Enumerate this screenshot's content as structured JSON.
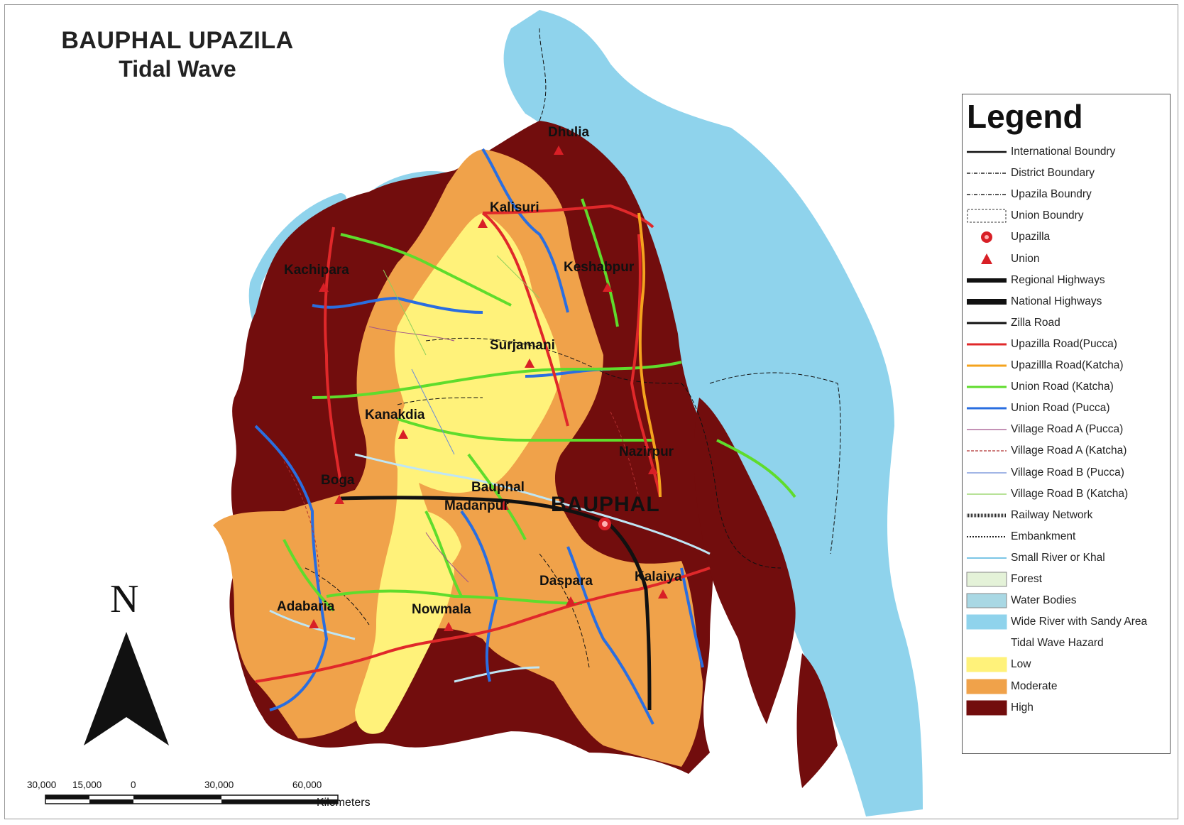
{
  "title": {
    "line1": "BAUPHAL UPAZILA",
    "line2": "Tidal Wave"
  },
  "colors": {
    "river": "#8fd3ec",
    "low": "#fff27a",
    "moderate": "#f0a24a",
    "high": "#720d0d",
    "upazilla_road_pucca": "#e0282a",
    "upazilla_road_katcha": "#f4a31e",
    "union_road_katcha": "#5fdc2c",
    "union_road_pucca": "#2a6ee0",
    "symbol_red": "#d81f26"
  },
  "legend": {
    "title": "Legend",
    "items": [
      {
        "label": "International Boundry",
        "symbol": "line-solid-black"
      },
      {
        "label": "District Boundary",
        "symbol": "line-dashdot"
      },
      {
        "label": "Upazila Boundry",
        "symbol": "line-dashdot"
      },
      {
        "label": "Union Boundry",
        "symbol": "box-dashed"
      },
      {
        "label": "Upazilla",
        "symbol": "circle-red-icon"
      },
      {
        "label": "Union",
        "symbol": "triangle-red-icon"
      },
      {
        "label": "Regional Highways",
        "symbol": "line-thick-black"
      },
      {
        "label": "National Highways",
        "symbol": "line-thicker-black"
      },
      {
        "label": "Zilla Road",
        "symbol": "line-black"
      },
      {
        "label": "Upazilla Road(Pucca)",
        "symbol": "line-red"
      },
      {
        "label": "Upazillla Road(Katcha)",
        "symbol": "line-orange"
      },
      {
        "label": "Union Road (Katcha)",
        "symbol": "line-green"
      },
      {
        "label": "Union Road (Pucca)",
        "symbol": "line-blue"
      },
      {
        "label": "Village Road A (Pucca)",
        "symbol": "line-thin-purple"
      },
      {
        "label": "Village Road A (Katcha)",
        "symbol": "line-thin-darkred-dashed"
      },
      {
        "label": "Village Road B (Pucca)",
        "symbol": "line-thin-blue"
      },
      {
        "label": "Village Road B (Katcha)",
        "symbol": "line-thin-green"
      },
      {
        "label": "Railway Network",
        "symbol": "line-railway"
      },
      {
        "label": "Embankment",
        "symbol": "line-embankment"
      },
      {
        "label": "Small River or Khal",
        "symbol": "line-lightblue"
      },
      {
        "label": "Forest",
        "symbol": "fill-forest"
      },
      {
        "label": "Water Bodies",
        "symbol": "fill-water"
      },
      {
        "label": "Wide River with Sandy Area",
        "symbol": "fill-river"
      },
      {
        "label": "Tidal Wave Hazard",
        "symbol": "none"
      },
      {
        "label": "Low",
        "symbol": "fill-low"
      },
      {
        "label": "Moderate",
        "symbol": "fill-moderate"
      },
      {
        "label": "High",
        "symbol": "fill-high"
      }
    ]
  },
  "places": [
    {
      "name": "Dhulia",
      "kind": "union"
    },
    {
      "name": "Kalisuri",
      "kind": "union"
    },
    {
      "name": "Kachipara",
      "kind": "union"
    },
    {
      "name": "Keshabpur",
      "kind": "union"
    },
    {
      "name": "Surjamani",
      "kind": "union"
    },
    {
      "name": "Kanakdia",
      "kind": "union"
    },
    {
      "name": "Nazirpur",
      "kind": "union"
    },
    {
      "name": "Boga",
      "kind": "union"
    },
    {
      "name": "Bauphal",
      "kind": "union"
    },
    {
      "name": "Madanpur",
      "kind": "union"
    },
    {
      "name": "BAUPHAL",
      "kind": "upazilla"
    },
    {
      "name": "Daspara",
      "kind": "union"
    },
    {
      "name": "Kalaiya",
      "kind": "union"
    },
    {
      "name": "Adabaria",
      "kind": "union"
    },
    {
      "name": "Nowmala",
      "kind": "union"
    }
  ],
  "north_arrow": {
    "letter": "N"
  },
  "scale_bar": {
    "ticks": [
      "30,000",
      "15,000",
      "0",
      "30,000",
      "60,000"
    ],
    "unit": "Kilometers"
  }
}
